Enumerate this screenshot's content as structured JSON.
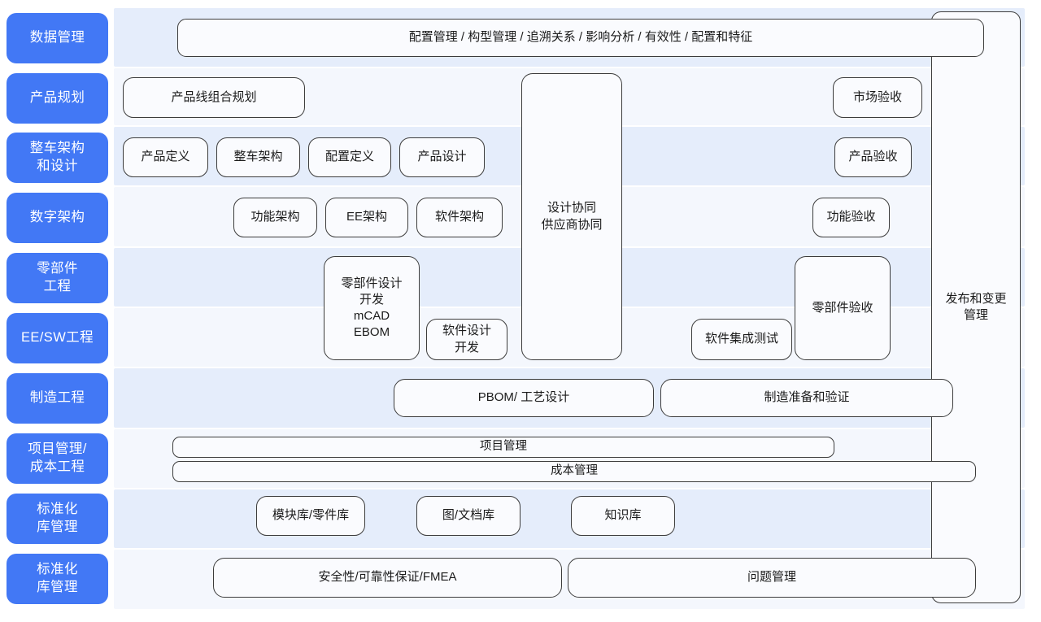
{
  "theme": {
    "sidebar_blue": "#4278f5",
    "row_dark": "#e5edfb",
    "row_light": "#f4f7fd",
    "card_fill": "#fafbfe",
    "card_border": "#3c3c3c",
    "text_dark": "#1b1b1b",
    "text_on_blue": "#ffffff"
  },
  "sidebar": {
    "items": [
      {
        "label": "数据管理"
      },
      {
        "label": "产品规划"
      },
      {
        "label": "整车架构\n和设计"
      },
      {
        "label": "数字架构"
      },
      {
        "label": "零部件\n工程"
      },
      {
        "label": "EE/SW工程"
      },
      {
        "label": "制造工程"
      },
      {
        "label": "项目管理/\n成本工程"
      },
      {
        "label": "标准化\n库管理"
      },
      {
        "label": "标准化\n库管理"
      }
    ]
  },
  "right_column": {
    "label": "发布和变更\n管理"
  },
  "rows": {
    "data_management": {
      "banner": "配置管理 / 构型管理 / 追溯关系 / 影响分析 / 有效性 / 配置和特征"
    },
    "product_planning": {
      "left": "产品线组合规划",
      "right": "市场验收"
    },
    "vehicle_architecture": {
      "boxes": [
        "产品定义",
        "整车架构",
        "配置定义",
        "产品设计"
      ],
      "right": "产品验收"
    },
    "digital_architecture": {
      "boxes": [
        "功能架构",
        "EE架构",
        "软件架构"
      ],
      "right": "功能验收"
    },
    "collaboration": {
      "label": "设计协同\n供应商协同"
    },
    "parts_engineering": {
      "main": "零部件设计\n开发\nmCAD\nEBOM",
      "acceptance": "零部件验收"
    },
    "ee_sw_engineering": {
      "software_design": "软件设计\n开发",
      "software_integration": "软件集成测试"
    },
    "manufacturing": {
      "boxes": [
        "PBOM/ 工艺设计",
        "制造准备和验证"
      ]
    },
    "project_cost": {
      "bars": [
        "项目管理",
        "成本管理"
      ]
    },
    "standard_library_a": {
      "boxes": [
        "模块库/零件库",
        "图/文档库",
        "知识库"
      ]
    },
    "standard_library_b": {
      "boxes": [
        "安全性/可靠性保证/FMEA",
        "问题管理"
      ]
    }
  }
}
